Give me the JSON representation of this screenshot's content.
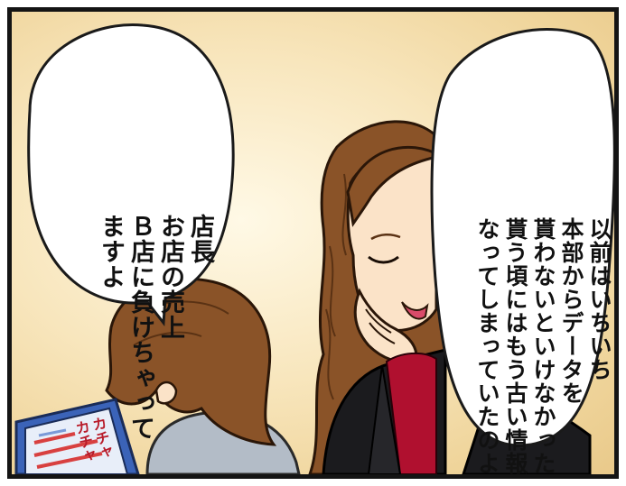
{
  "speech_left": {
    "lines": [
      "店長",
      "お店の売上",
      "Ｂ店に負けちゃって",
      "ますよ"
    ]
  },
  "speech_right": {
    "lines": [
      "以前はいちいち",
      "本部からデータを",
      "貰わないといけなかったし",
      "貰う頃にはもう古い情報に",
      "なってしまっていたのよね"
    ]
  },
  "sound_effect": {
    "lines": [
      "カチャ",
      "カチャ"
    ]
  },
  "colors": {
    "background_warm": "#f6e2b3",
    "hair": "#8a5328",
    "skin": "#fbe3c8",
    "jacket": "#1b1b1e",
    "shirt": "#b0102f",
    "laptop_screen": "#3b63b8",
    "sfx_red": "#b81b2a"
  }
}
